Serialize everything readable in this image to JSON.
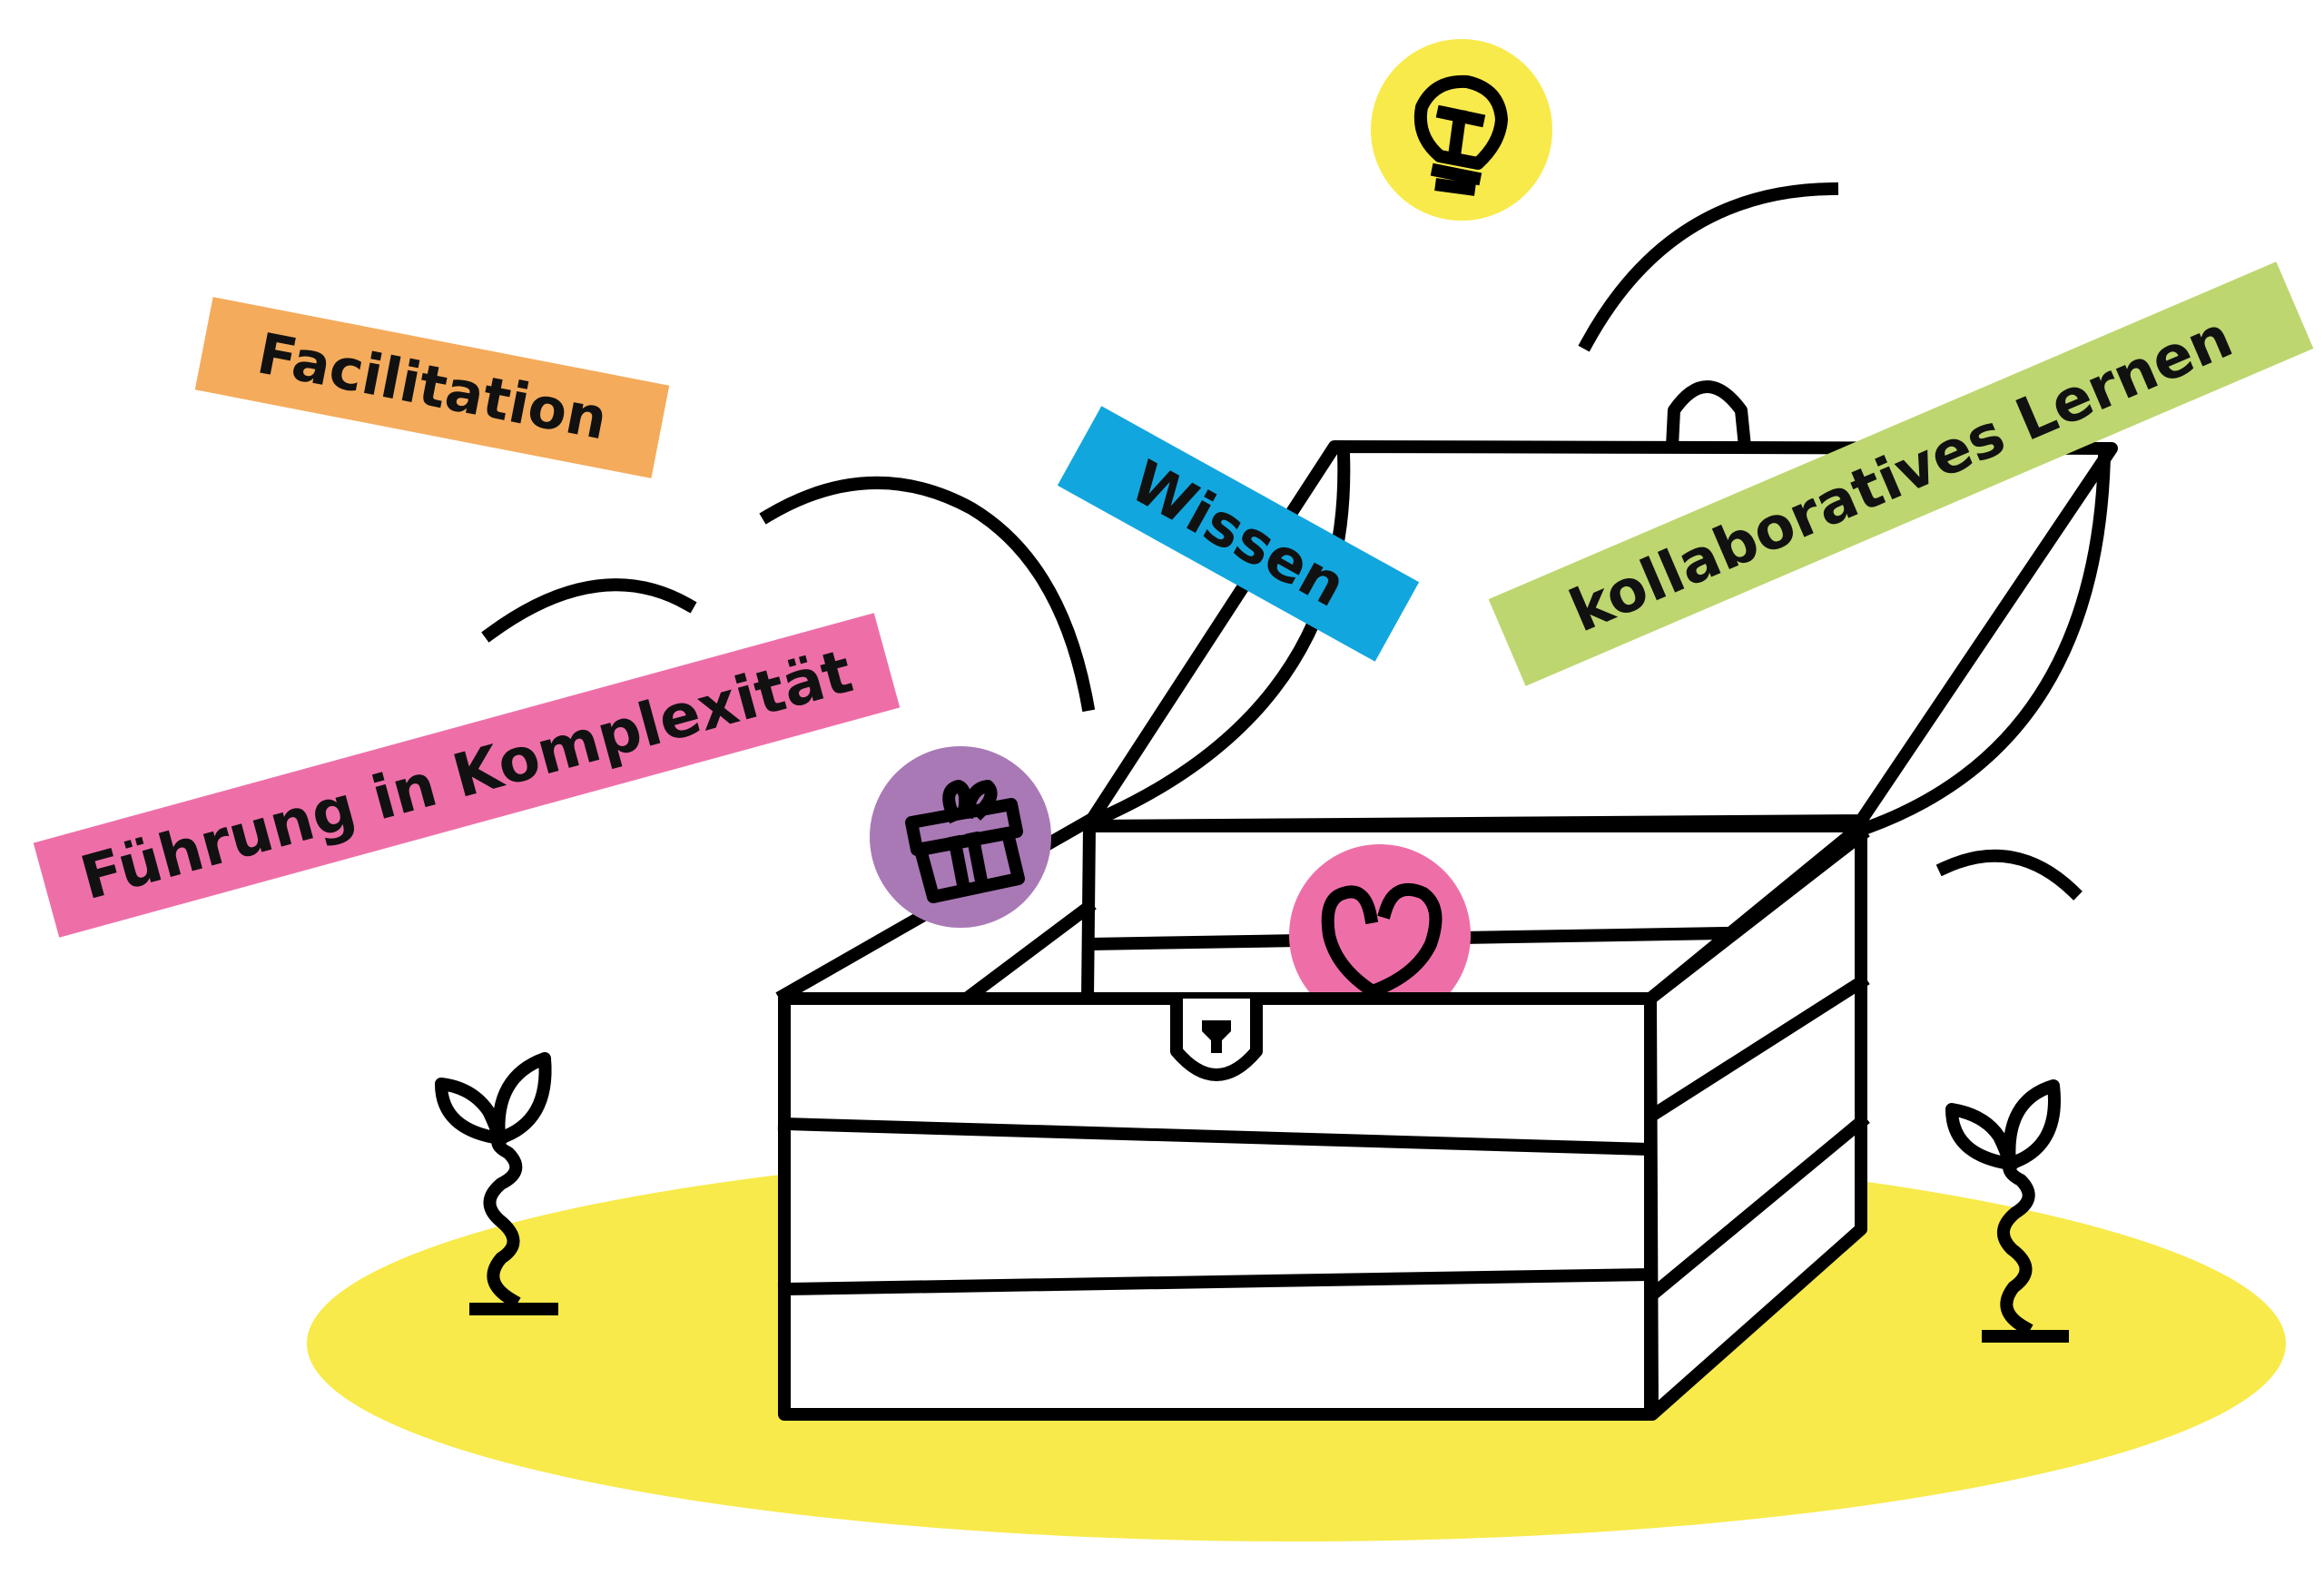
{
  "colors": {
    "ground": "#f8ea4a",
    "facilitation": "#f4ab5c",
    "fuehrung": "#ee6fa8",
    "wissen": "#12a6de",
    "kollaborativ": "#bdd66f",
    "bulb": "#f8ea4a",
    "gift": "#a979b6",
    "heart": "#ee6fa8",
    "line": "#000000"
  },
  "labels": {
    "facilitation": "Facilitation",
    "fuehrung": "Führung in Komplexität",
    "wissen": "Wissen",
    "kollaborativ": "kollaboratives Lernen"
  },
  "icons": {
    "bulb": "lightbulb-icon",
    "gift": "gift-icon",
    "heart": "heart-icon",
    "chest": "treasure-chest",
    "sprout": "sprout-icon"
  }
}
